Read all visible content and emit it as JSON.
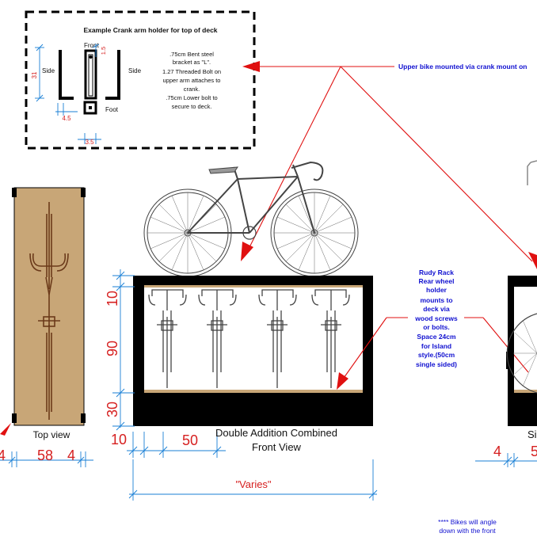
{
  "inset": {
    "title": "Example Crank arm holder for top of deck",
    "front_label": "Front",
    "side_left_label": "Side",
    "side_right_label": "Side",
    "foot_label": "Foot",
    "dim_31": "31",
    "dim_1_5": "1.5",
    "dim_4_5": "4.5",
    "dim_3_5": "3.5",
    "notes": [
      ".75cm Bent steel",
      "bracket as \"L\".",
      "1.27 Threaded Bolt on",
      "upper arm attaches to",
      "crank.",
      ".75cm Lower bolt to",
      "secure to deck."
    ]
  },
  "annotations": {
    "upper_bike": "Upper bike mounted via crank mount on",
    "rudy_rack": [
      "Rudy Rack",
      "Rear wheel",
      "holder",
      "mounts to",
      "deck via",
      "wood screws",
      "or bolts.",
      "Space 24cm",
      "for Island",
      "style.(50cm",
      "single sided)"
    ],
    "bikes_angle": [
      "**** Bikes will angle",
      "down with the front"
    ]
  },
  "top_view": {
    "label": "Top view",
    "dims": [
      "4",
      "58",
      "4"
    ]
  },
  "front_view": {
    "label_line1": "Double Addition Combined",
    "label_line2": "Front View",
    "dims_vertical": [
      "10",
      "90",
      "30"
    ],
    "dim_bottom_left": "10",
    "dim_bay": "50",
    "dim_varies": "\"Varies\""
  },
  "side_view": {
    "label_partial": "Si",
    "dims": [
      "4",
      "5"
    ]
  },
  "colors": {
    "annotation_blue": "#1010d0",
    "dimension_red": "#d62020",
    "leader_red": "#e01010",
    "wood": "#c8a677",
    "frame_black": "#000000"
  }
}
